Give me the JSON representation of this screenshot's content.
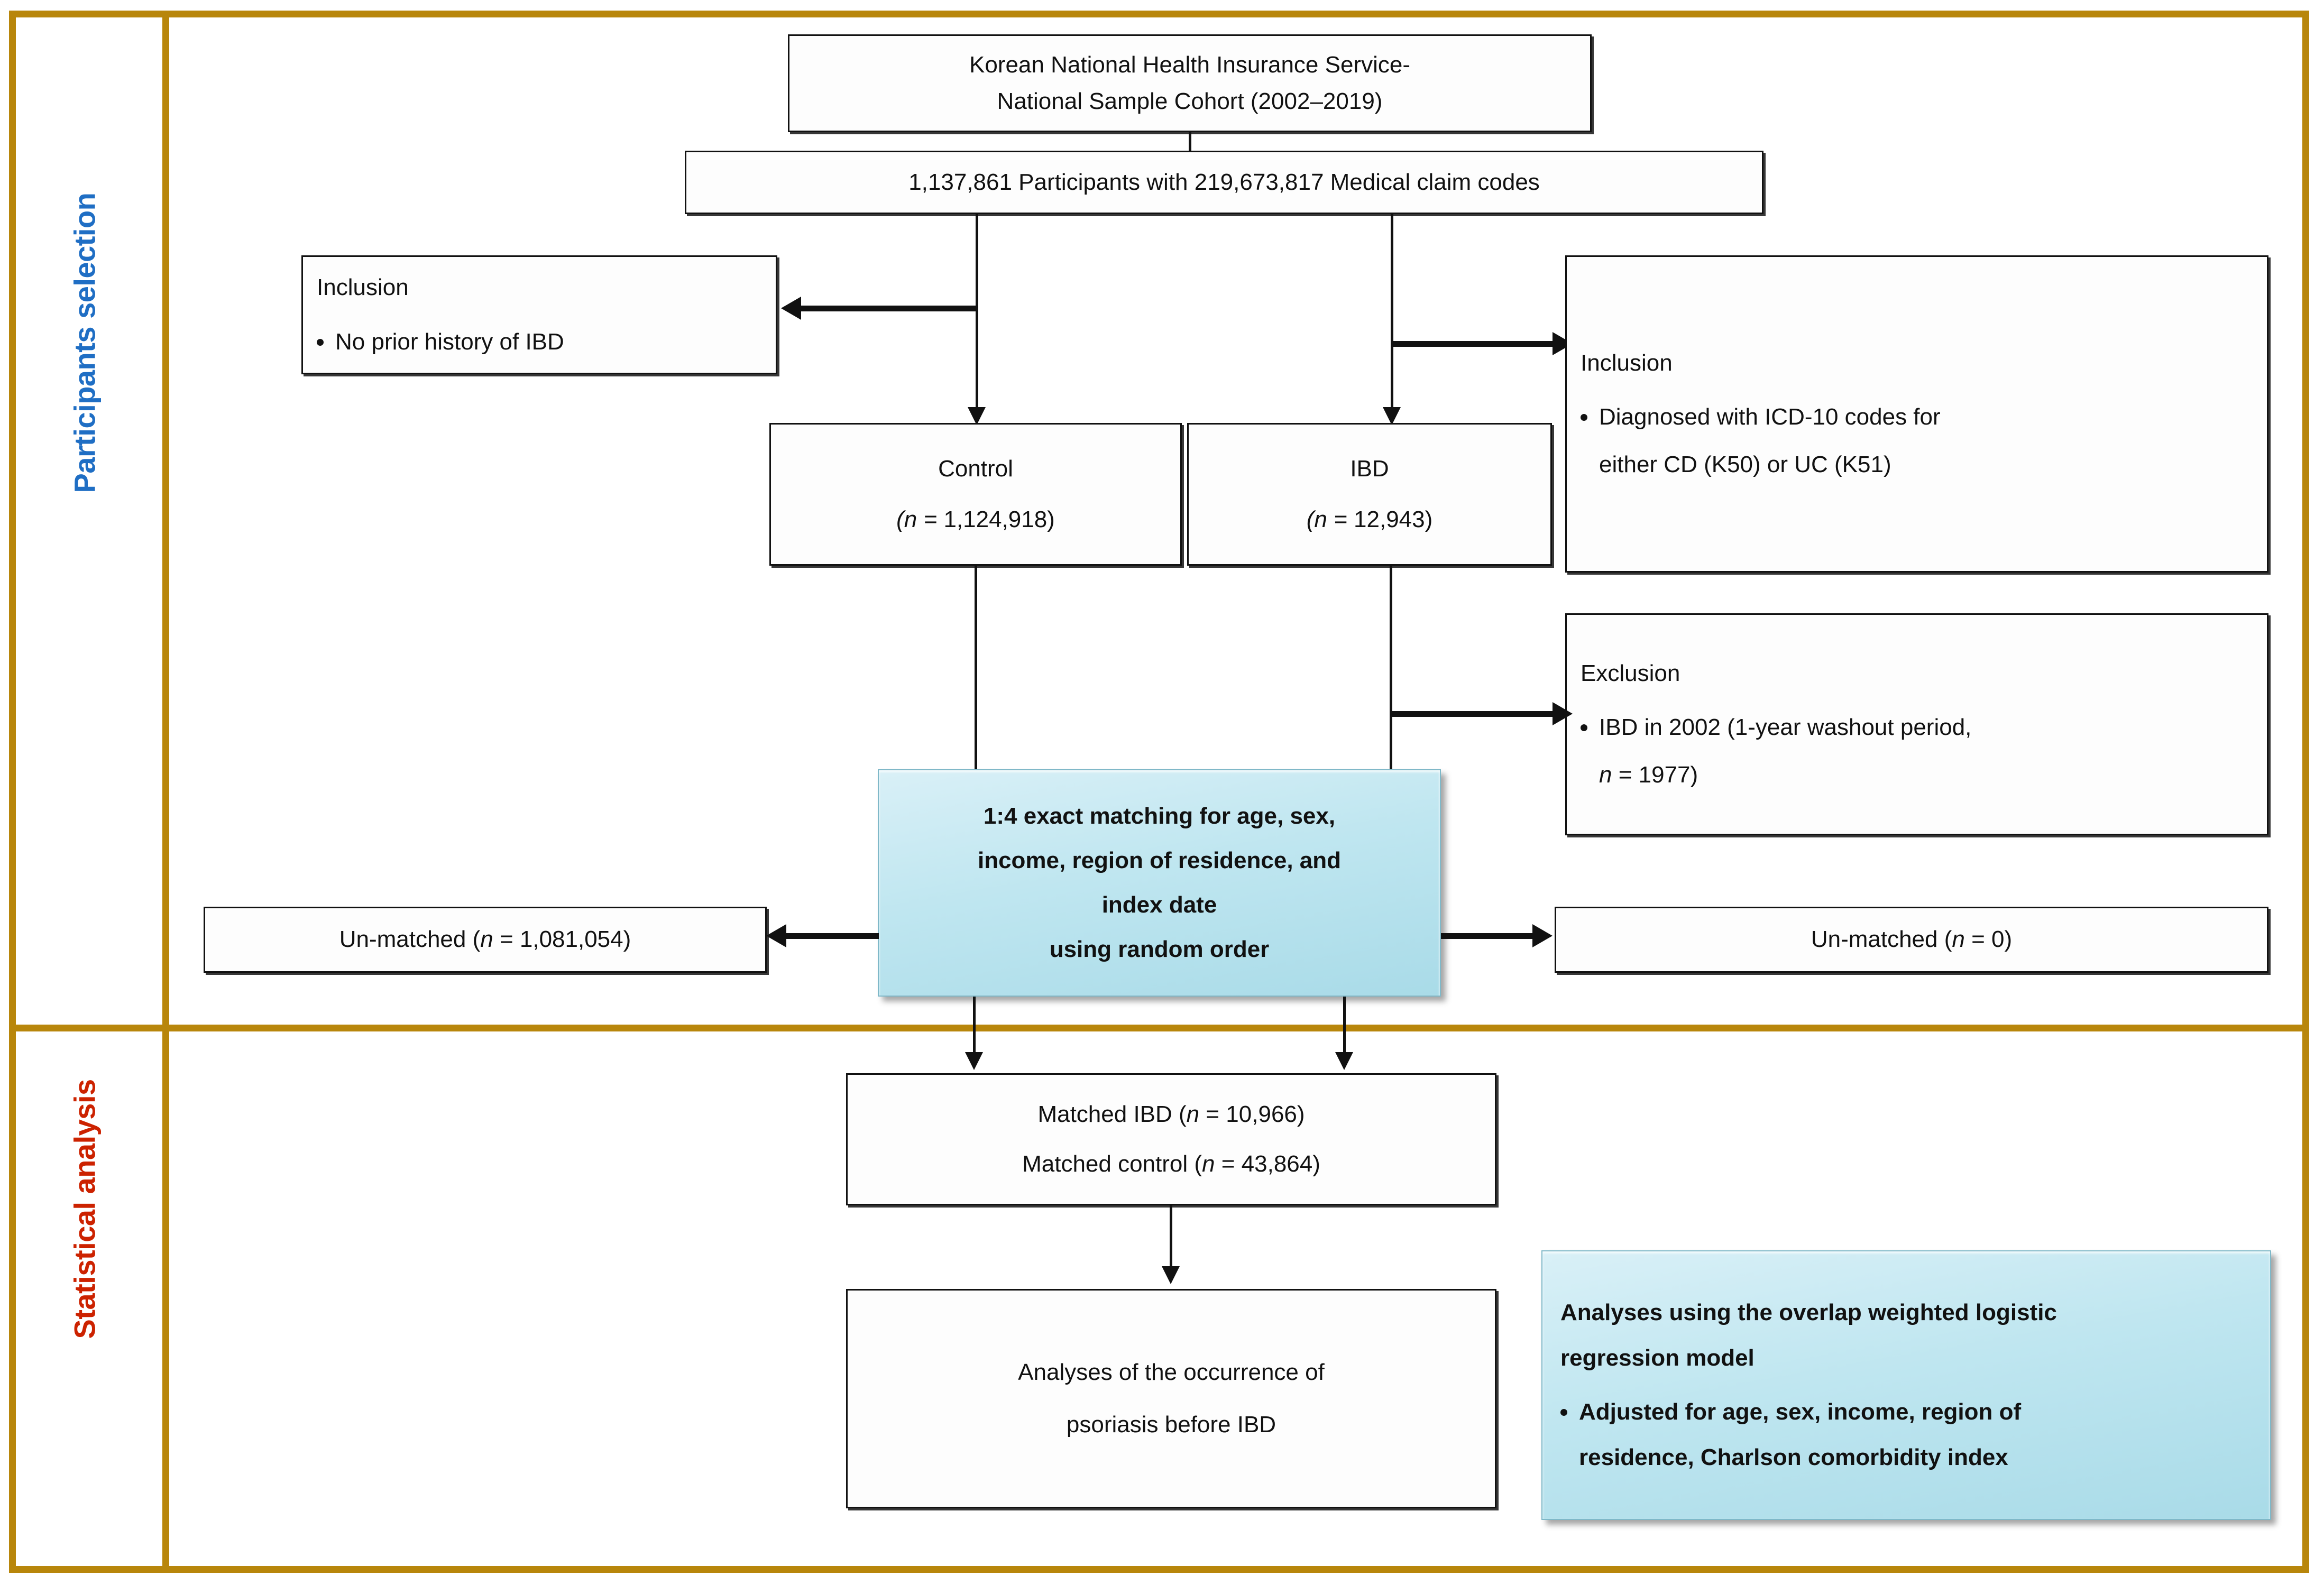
{
  "sections": {
    "participants_label": "Participants selection",
    "statistical_label": "Statistical analysis",
    "frame_color": "#b8860b",
    "participants_color": "#1f6ec4",
    "statistical_color": "#cc2200",
    "blue_box_color": "#bfe6f0"
  },
  "nodes": {
    "source": {
      "line1": "Korean National Health Insurance Service-",
      "line2": "National Sample Cohort (2002–2019)"
    },
    "participants": {
      "text": "1,137,861  Participants with 219,673,817 Medical claim codes"
    },
    "inclusion_control": {
      "header": "Inclusion",
      "bullet1": "No prior history of IBD"
    },
    "inclusion_ibd": {
      "header": "Inclusion",
      "bullet1_line1": "Diagnosed with ICD-10 codes for",
      "bullet1_line2": "either CD (K50) or UC (K51)"
    },
    "control": {
      "title": "Control",
      "n_prefix": "(n =",
      "n_value": "1,124,918)"
    },
    "ibd": {
      "title": "IBD",
      "n_prefix": "(n =",
      "n_value": "12,943)"
    },
    "exclusion_ibd": {
      "header": "Exclusion",
      "bullet1_line1": "IBD in 2002 (1-year washout period,",
      "bullet1_line2_prefix": "n",
      "bullet1_line2_rest": " = 1977)"
    },
    "matching": {
      "line1": "1:4 exact matching for age, sex,",
      "line2": "income, region of residence, and",
      "line3": "index date",
      "line4": "using random order"
    },
    "unmatched_control": {
      "prefix": "Un-matched  (",
      "n": "n",
      "suffix": " = 1,081,054)"
    },
    "unmatched_ibd": {
      "prefix": "Un-matched  (",
      "n": "n",
      "suffix": " = 0)"
    },
    "matched": {
      "line1_prefix": "Matched IBD (",
      "line1_n": "n",
      "line1_suffix": " = 10,966)",
      "line2_prefix": "Matched control (",
      "line2_n": "n",
      "line2_suffix": " = 43,864)"
    },
    "analyses": {
      "line1": "Analyses of the occurrence of",
      "line2": "psoriasis before IBD"
    },
    "model": {
      "line1": "Analyses using the overlap weighted logistic",
      "line2": "regression model",
      "bullet1_line1": "Adjusted for age, sex, income, region of",
      "bullet1_line2": "residence, Charlson comorbidity index"
    }
  }
}
